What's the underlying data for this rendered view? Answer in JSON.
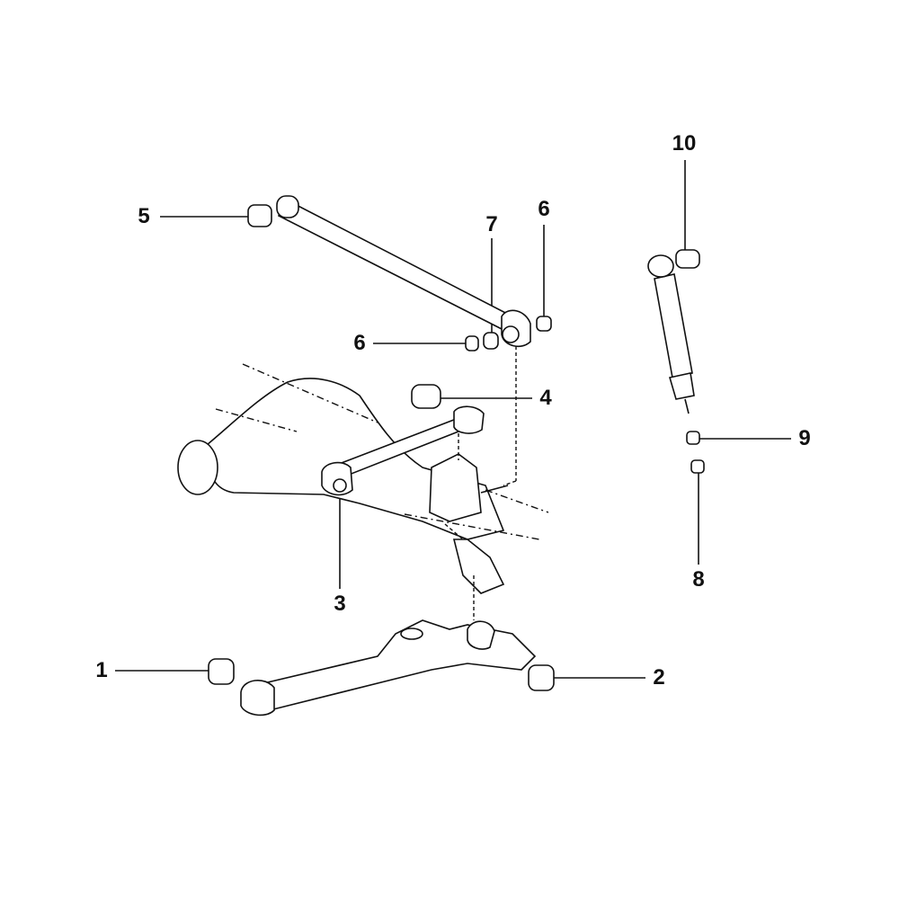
{
  "diagram": {
    "callouts": [
      {
        "id": "c5",
        "text": "5"
      },
      {
        "id": "c7",
        "text": "7"
      },
      {
        "id": "c6a",
        "text": "6"
      },
      {
        "id": "c10",
        "text": "10"
      },
      {
        "id": "c6b",
        "text": "6"
      },
      {
        "id": "c4",
        "text": "4"
      },
      {
        "id": "c9",
        "text": "9"
      },
      {
        "id": "c3",
        "text": "3"
      },
      {
        "id": "c8",
        "text": "8"
      },
      {
        "id": "c1",
        "text": "1"
      },
      {
        "id": "c2",
        "text": "2"
      }
    ]
  }
}
